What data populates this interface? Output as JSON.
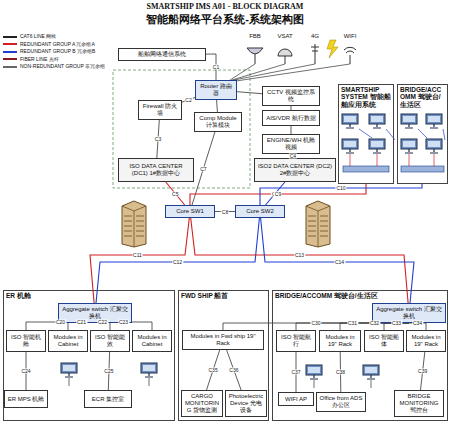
{
  "diagram": {
    "title": "SMARTSHIP IMS A01 - BLOCK DIAGRAM",
    "nodes": [
      {
        "text": [
          "船舶网络通信系统"
        ]
      },
      {
        "text": [
          "Firewall 防火墙"
        ]
      },
      {
        "text": [
          "Router 路由器"
        ]
      },
      {
        "text": [
          "Comp Module 计算模块"
        ]
      },
      {
        "text": [
          "CCTV 视频监控系统"
        ]
      },
      {
        "text": [
          "AIS/VDR 航行数据"
        ]
      },
      {
        "text": [
          "ENGINE/WH 机舱视频"
        ]
      },
      {
        "text": [
          "ISO DATA CENTER (DC1) 1#数据中心"
        ]
      },
      {
        "text": [
          "ISO2 DATA CENTER (DC2) 2#数据中心"
        ]
      },
      {
        "text": [
          "Core SW1"
        ]
      },
      {
        "text": [
          "Core SW2"
        ]
      },
      {
        "text": [
          "SMARTSHIP SYSTEM 智能船舶应用系统"
        ]
      },
      {
        "text": [
          "BRIDGE/ACCOMM 驾驶台/生活区"
        ]
      },
      {
        "text": [
          "ER 机舱"
        ]
      },
      {
        "text": [
          "Aggregate switch 汇聚交换机"
        ],
        "in": 13
      },
      {
        "text": [
          "ISO 智能机舱"
        ],
        "in": 13
      },
      {
        "text": [
          "Modules in Cabinet"
        ],
        "in": 13
      },
      {
        "text": [
          "ISO 智能能效"
        ],
        "in": 13
      },
      {
        "text": [
          "Modules in Cabinet"
        ],
        "in": 13
      },
      {
        "text": [
          "ECR 集控室"
        ],
        "in": 13
      },
      {
        "text": [
          "ER MPS 机舱"
        ],
        "in": 13
      },
      {
        "text": [
          "FWD SHIP 船首"
        ]
      },
      {
        "text": [
          "Modules in Fwd ship 19\" Rack"
        ],
        "in": 21
      },
      {
        "text": [
          "CARGO MONITORING 货物监测"
        ],
        "in": 21
      },
      {
        "text": [
          "Photoelectric Device 光电设备"
        ],
        "in": 21
      },
      {
        "text": [
          "BRIDGE/ACCOMM 驾驶台/生活区"
        ]
      },
      {
        "text": [
          "Aggregate switch 汇聚交换机"
        ],
        "in": 25
      },
      {
        "text": [
          "ISO 智能航行"
        ],
        "in": 25
      },
      {
        "text": [
          "Modules in 19\" Rack"
        ],
        "in": 25
      },
      {
        "text": [
          "ISO 智能船体"
        ],
        "in": 25
      },
      {
        "text": [
          "Modules in 19\" Rack"
        ],
        "in": 25
      },
      {
        "text": [
          "WIFI AP"
        ],
        "in": 25
      },
      {
        "text": [
          "Office from ADS 办公区"
        ],
        "in": 25
      },
      {
        "text": [
          "BRIDGE MONITORING 驾控台"
        ],
        "in": 25
      }
    ],
    "edges": [
      {
        "from": 0,
        "to": 2,
        "label": "C1",
        "arrow": "none"
      },
      {
        "from": 2,
        "to": 1,
        "label": "C2",
        "arrow": "none"
      },
      {
        "from": 2,
        "to": 3,
        "arrow": "none"
      },
      {
        "from": 1,
        "to": 7,
        "label": "C3",
        "arrow": "none"
      },
      {
        "from": 2,
        "to": 4,
        "arrow": "none"
      },
      {
        "from": 4,
        "to": 5,
        "arrow": "none"
      },
      {
        "from": 5,
        "to": 6,
        "arrow": "none"
      },
      {
        "from": 6,
        "to": 8,
        "label": "C4",
        "arrow": "none"
      },
      {
        "from": 7,
        "to": 9,
        "label": "C5",
        "arrow": "none"
      },
      {
        "from": 8,
        "to": 10,
        "label": "C6",
        "arrow": "none"
      },
      {
        "from": 3,
        "to": 9,
        "label": "C7",
        "arrow": "none"
      },
      {
        "from": 9,
        "to": 10,
        "label": "C8",
        "arrow": "none"
      },
      {
        "from": 9,
        "to": 11,
        "label": "C9",
        "arrow": "none"
      },
      {
        "from": 10,
        "to": 12,
        "label": "C10",
        "arrow": "none"
      },
      {
        "from": 9,
        "to": 14,
        "label": "C11",
        "arrow": "none"
      },
      {
        "from": 10,
        "to": 14,
        "label": "C12",
        "arrow": "none"
      },
      {
        "from": 9,
        "to": 26,
        "label": "C13",
        "arrow": "none"
      },
      {
        "from": 10,
        "to": 26,
        "label": "C14",
        "arrow": "none"
      },
      {
        "from": 14,
        "to": 15,
        "label": "C20",
        "arrow": "none"
      },
      {
        "from": 14,
        "to": 16,
        "label": "C21",
        "arrow": "none"
      },
      {
        "from": 14,
        "to": 17,
        "label": "C22",
        "arrow": "none"
      },
      {
        "from": 14,
        "to": 18,
        "label": "C23",
        "arrow": "none"
      },
      {
        "from": 15,
        "to": 20,
        "label": "C24",
        "arrow": "none"
      },
      {
        "from": 17,
        "to": 19,
        "label": "C25",
        "arrow": "none"
      },
      {
        "from": 26,
        "to": 22,
        "label": "C30",
        "arrow": "none"
      },
      {
        "from": 26,
        "to": 27,
        "label": "C31",
        "arrow": "none"
      },
      {
        "from": 26,
        "to": 28,
        "label": "C32",
        "arrow": "none"
      },
      {
        "from": 26,
        "to": 29,
        "label": "C33",
        "arrow": "none"
      },
      {
        "from": 26,
        "to": 30,
        "label": "C34",
        "arrow": "none"
      },
      {
        "from": 22,
        "to": 23,
        "label": "C35",
        "arrow": "none"
      },
      {
        "from": 22,
        "to": 24,
        "label": "C36",
        "arrow": "none"
      },
      {
        "from": 27,
        "to": 31,
        "label": "C37",
        "arrow": "none"
      },
      {
        "from": 28,
        "to": 32,
        "label": "C38",
        "arrow": "none"
      },
      {
        "from": 30,
        "to": 33,
        "label": "C39",
        "arrow": "none"
      }
    ],
    "labels": [
      "智能船网络平台系统-系统架构图",
      "FBB",
      "VSAT",
      "4G",
      "WIFI"
    ],
    "legend": [
      {
        "text": "CAT6 LINE 网线",
        "color": "#222222"
      },
      {
        "text": "REDUNDANT GROUP A 冗余组A",
        "color": "#d21f1f"
      },
      {
        "text": "REDUNDANT GROUP B 冗余组B",
        "color": "#1f3fd2"
      },
      {
        "text": "FIBER LINE 光纤",
        "color": "#8b1a1a"
      },
      {
        "text": "NON-REDUNDANT GROUP 非冗余组",
        "color": "#666666"
      }
    ]
  }
}
